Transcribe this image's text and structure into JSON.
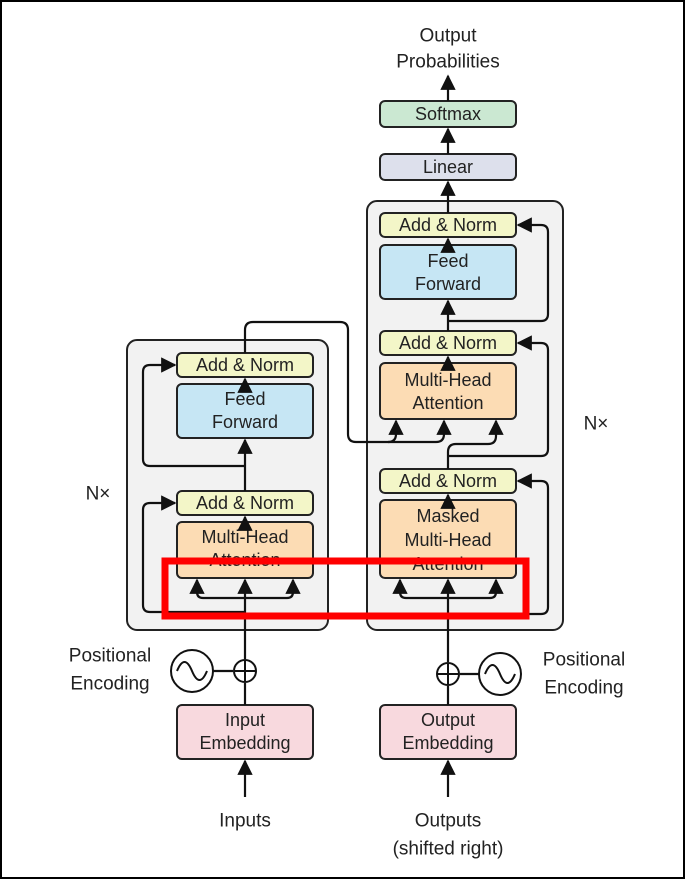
{
  "colors": {
    "add_norm": "#f3f6c8",
    "feed_forward": "#c6e6f4",
    "attention": "#fcdcb4",
    "embedding": "#f8d9de",
    "softmax": "#cbe8d2",
    "linear": "#dde0ec",
    "stack_bg": "#f2f2f2",
    "highlight": "#ff0000"
  },
  "output_probabilities": [
    "Output",
    "Probabilities"
  ],
  "softmax": "Softmax",
  "linear": "Linear",
  "encoder": {
    "repeat": "N×",
    "add_norm_top": "Add & Norm",
    "feed_forward": [
      "Feed",
      "Forward"
    ],
    "add_norm_bottom": "Add & Norm",
    "attention": [
      "Multi-Head",
      "Attention"
    ]
  },
  "decoder": {
    "repeat": "N×",
    "add_norm_top": "Add & Norm",
    "feed_forward": [
      "Feed",
      "Forward"
    ],
    "add_norm_mid": "Add & Norm",
    "cross_attention": [
      "Multi-Head",
      "Attention"
    ],
    "add_norm_bottom": "Add & Norm",
    "masked_attention": [
      "Masked",
      "Multi-Head",
      "Attention"
    ]
  },
  "left_positional_encoding": [
    "Positional",
    "Encoding"
  ],
  "right_positional_encoding": [
    "Positional",
    "Encoding"
  ],
  "input_embedding": [
    "Input",
    "Embedding"
  ],
  "output_embedding": [
    "Output",
    "Embedding"
  ],
  "inputs": "Inputs",
  "outputs": [
    "Outputs",
    "(shifted right)"
  ],
  "icons": [
    "sine-wave-icon",
    "plus-circle-icon"
  ]
}
